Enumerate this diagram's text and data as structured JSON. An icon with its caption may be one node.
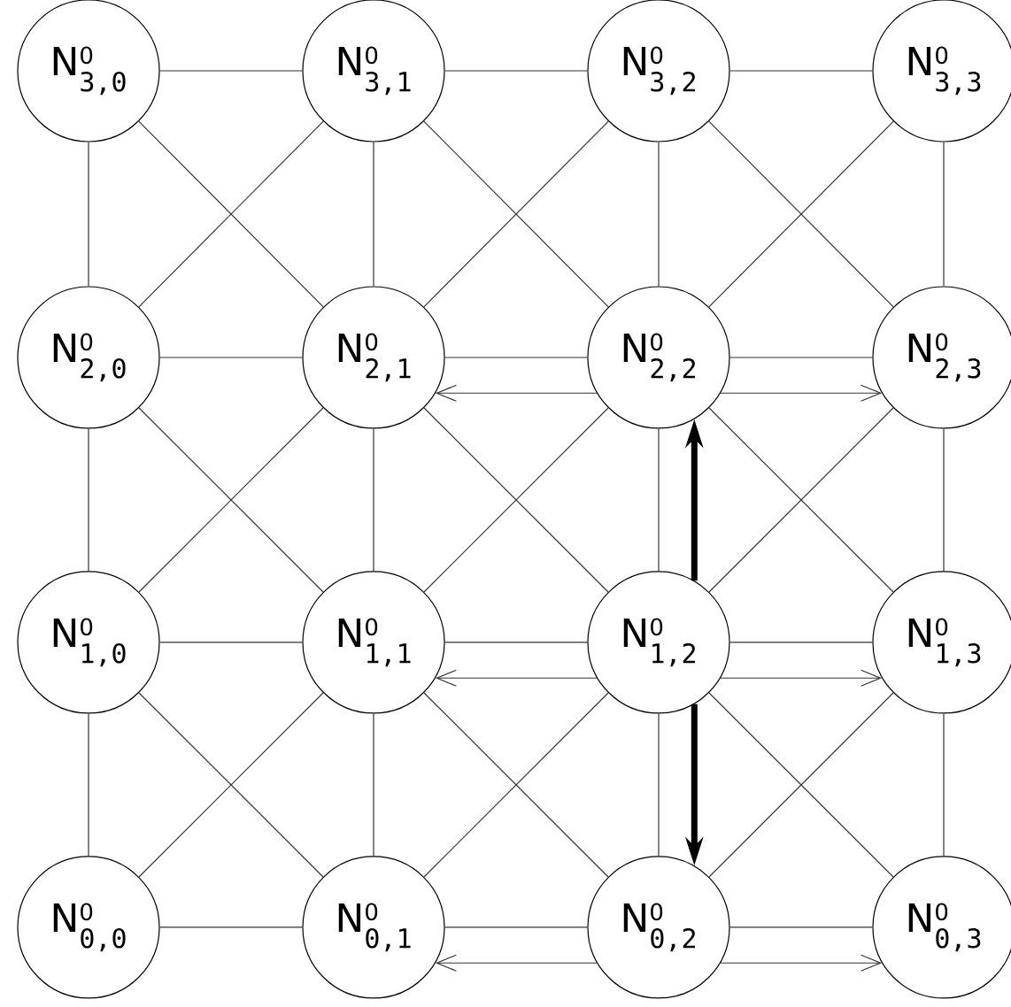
{
  "diagram": {
    "nodes": [
      {
        "text": [
          "N$^{0}$$_{3,0}$"
        ]
      },
      {
        "text": [
          "N$^{0}$$_{3,1}$"
        ]
      },
      {
        "text": [
          "N$^{0}$$_{3,2}$"
        ]
      },
      {
        "text": [
          "N$^{0}$$_{3,3}$"
        ]
      },
      {
        "text": [
          "N$^{0}$$_{2,0}$"
        ]
      },
      {
        "text": [
          "N$^{0}$$_{2,1}$"
        ]
      },
      {
        "text": [
          "N$^{0}$$_{2,2}$"
        ]
      },
      {
        "text": [
          "N$^{0}$$_{2,3}$"
        ]
      },
      {
        "text": [
          "N$^{0}$$_{1,0}$"
        ]
      },
      {
        "text": [
          "N$^{0}$$_{1,1}$"
        ]
      },
      {
        "text": [
          "N$^{0}$$_{1,2}$"
        ]
      },
      {
        "text": [
          "N$^{0}$$_{1,3}$"
        ]
      },
      {
        "text": [
          "N$^{0}$$_{0,0}$"
        ]
      },
      {
        "text": [
          "N$^{0}$$_{0,1}$"
        ]
      },
      {
        "text": [
          "N$^{0}$$_{0,2}$"
        ]
      },
      {
        "text": [
          "N$^{0}$$_{0,3}$"
        ]
      }
    ],
    "edges": [
      {
        "from": 0,
        "to": 1,
        "arrow": "none"
      },
      {
        "from": 1,
        "to": 2,
        "arrow": "none"
      },
      {
        "from": 2,
        "to": 3,
        "arrow": "none"
      },
      {
        "from": 4,
        "to": 5,
        "arrow": "none"
      },
      {
        "from": 5,
        "to": 6,
        "arrow": "none"
      },
      {
        "from": 6,
        "to": 7,
        "arrow": "none"
      },
      {
        "from": 8,
        "to": 9,
        "arrow": "none"
      },
      {
        "from": 9,
        "to": 10,
        "arrow": "none"
      },
      {
        "from": 10,
        "to": 11,
        "arrow": "none"
      },
      {
        "from": 12,
        "to": 13,
        "arrow": "none"
      },
      {
        "from": 13,
        "to": 14,
        "arrow": "none"
      },
      {
        "from": 14,
        "to": 15,
        "arrow": "none"
      },
      {
        "from": 0,
        "to": 4,
        "arrow": "none"
      },
      {
        "from": 1,
        "to": 5,
        "arrow": "none"
      },
      {
        "from": 2,
        "to": 6,
        "arrow": "none"
      },
      {
        "from": 3,
        "to": 7,
        "arrow": "none"
      },
      {
        "from": 4,
        "to": 8,
        "arrow": "none"
      },
      {
        "from": 5,
        "to": 9,
        "arrow": "none"
      },
      {
        "from": 6,
        "to": 10,
        "arrow": "none"
      },
      {
        "from": 7,
        "to": 11,
        "arrow": "none"
      },
      {
        "from": 8,
        "to": 12,
        "arrow": "none"
      },
      {
        "from": 9,
        "to": 13,
        "arrow": "none"
      },
      {
        "from": 10,
        "to": 14,
        "arrow": "none"
      },
      {
        "from": 11,
        "to": 15,
        "arrow": "none"
      },
      {
        "from": 0,
        "to": 5,
        "arrow": "none"
      },
      {
        "from": 1,
        "to": 4,
        "arrow": "none"
      },
      {
        "from": 1,
        "to": 6,
        "arrow": "none"
      },
      {
        "from": 2,
        "to": 5,
        "arrow": "none"
      },
      {
        "from": 2,
        "to": 7,
        "arrow": "none"
      },
      {
        "from": 3,
        "to": 6,
        "arrow": "none"
      },
      {
        "from": 4,
        "to": 9,
        "arrow": "none"
      },
      {
        "from": 5,
        "to": 8,
        "arrow": "none"
      },
      {
        "from": 5,
        "to": 10,
        "arrow": "none"
      },
      {
        "from": 6,
        "to": 9,
        "arrow": "none"
      },
      {
        "from": 6,
        "to": 11,
        "arrow": "none"
      },
      {
        "from": 7,
        "to": 10,
        "arrow": "none"
      },
      {
        "from": 8,
        "to": 13,
        "arrow": "none"
      },
      {
        "from": 9,
        "to": 12,
        "arrow": "none"
      },
      {
        "from": 9,
        "to": 14,
        "arrow": "none"
      },
      {
        "from": 10,
        "to": 13,
        "arrow": "none"
      },
      {
        "from": 10,
        "to": 15,
        "arrow": "none"
      },
      {
        "from": 11,
        "to": 14,
        "arrow": "none"
      },
      {
        "from": 6,
        "to": 5,
        "arrow": "to"
      },
      {
        "from": 6,
        "to": 7,
        "arrow": "to"
      },
      {
        "from": 10,
        "to": 9,
        "arrow": "to"
      },
      {
        "from": 10,
        "to": 11,
        "arrow": "to"
      },
      {
        "from": 14,
        "to": 13,
        "arrow": "to"
      },
      {
        "from": 14,
        "to": 15,
        "arrow": "to"
      },
      {
        "from": 10,
        "to": 6,
        "arrow": "to",
        "style": "thick"
      },
      {
        "from": 10,
        "to": 14,
        "arrow": "to",
        "style": "thick"
      }
    ]
  }
}
